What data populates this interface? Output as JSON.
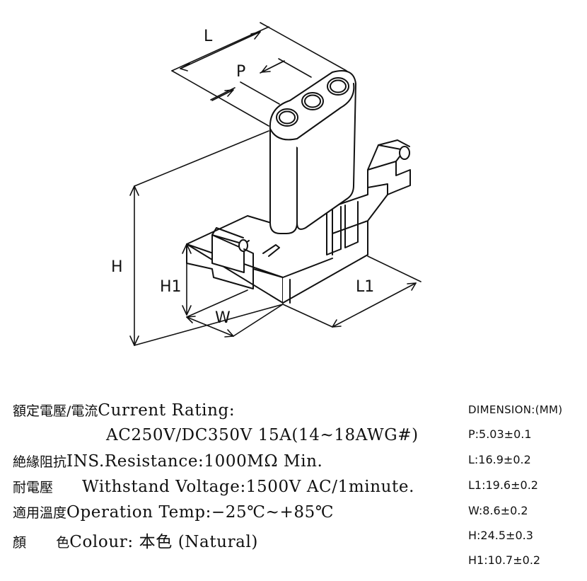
{
  "drawing": {
    "labels": {
      "L": "L",
      "P": "P",
      "H": "H",
      "H1": "H1",
      "W": "W",
      "L1": "L1"
    }
  },
  "specs": {
    "rows": [
      {
        "zh": "額定電壓/電流",
        "en": "Current  Rating:"
      },
      {
        "zh": "",
        "en": "AC250V/DC350V  15A(14~18AWG#)"
      },
      {
        "zh": "絶緣阻抗",
        "en": "INS.Resistance:1000MΩ Min."
      },
      {
        "zh": "耐電壓",
        "en": "Withstand  Voltage:1500V  AC/1minute."
      },
      {
        "zh": "適用溫度",
        "en": "Operation  Temp:−25℃~+85℃"
      },
      {
        "zh": "顏       色",
        "en": "Colour: 本色 (Natural)"
      }
    ]
  },
  "dimensions": {
    "heading": "DIMENSION:(MM)",
    "rows": [
      "P:5.03±0.1",
      "L:16.9±0.2",
      "L1:19.6±0.2",
      "W:8.6±0.2",
      "H:24.5±0.3",
      "H1:10.7±0.2"
    ]
  }
}
